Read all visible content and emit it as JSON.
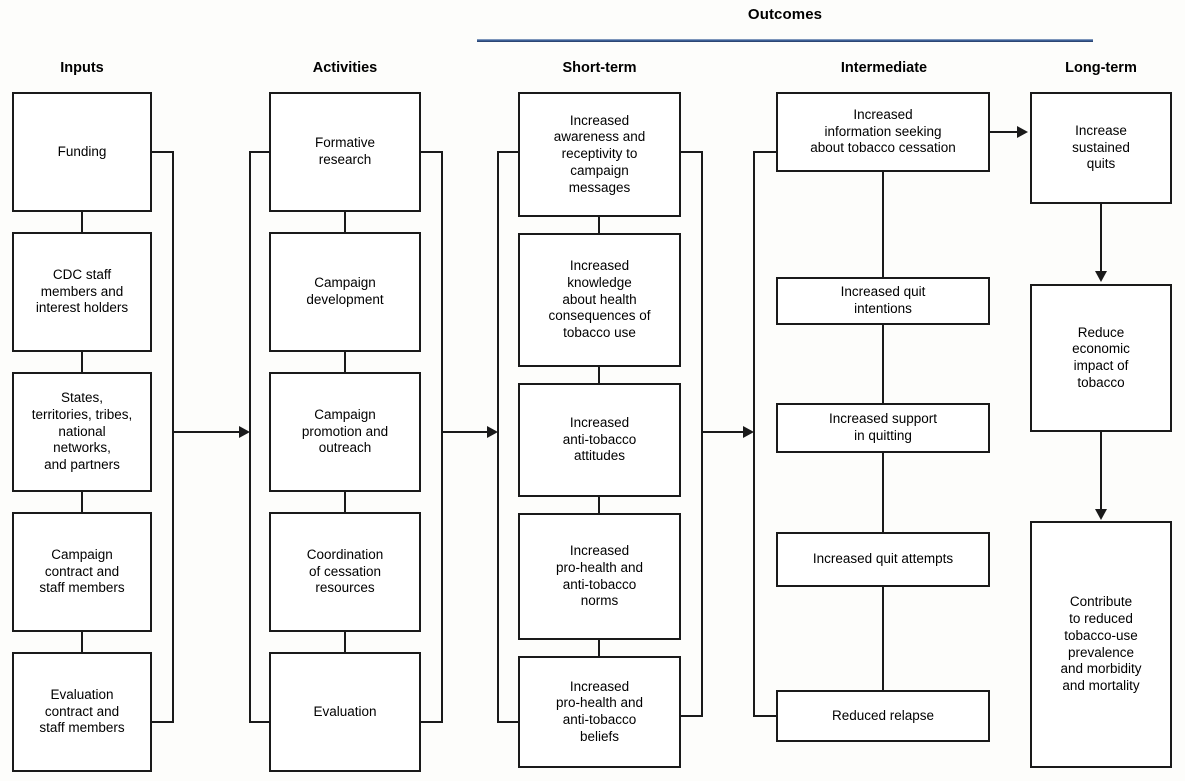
{
  "diagram": {
    "type": "logic-model-flowchart",
    "group_header": {
      "label": "Outcomes",
      "rule_color": "#3c5f96",
      "spans_columns": [
        "Short-term",
        "Intermediate",
        "Long-term"
      ]
    },
    "columns": [
      {
        "id": "inputs",
        "title": "Inputs",
        "nodes": [
          {
            "id": "inputs-1",
            "label": "Funding"
          },
          {
            "id": "inputs-2",
            "label": "CDC staff\nmembers and\ninterest holders"
          },
          {
            "id": "inputs-3",
            "label": "States,\nterritories, tribes,\nnational\nnetworks,\nand partners"
          },
          {
            "id": "inputs-4",
            "label": "Campaign\ncontract and\nstaff members"
          },
          {
            "id": "inputs-5",
            "label": "Evaluation\ncontract and\nstaff members"
          }
        ]
      },
      {
        "id": "activities",
        "title": "Activities",
        "nodes": [
          {
            "id": "activities-1",
            "label": "Formative\nresearch"
          },
          {
            "id": "activities-2",
            "label": "Campaign\ndevelopment"
          },
          {
            "id": "activities-3",
            "label": "Campaign\npromotion and\noutreach"
          },
          {
            "id": "activities-4",
            "label": "Coordination\nof cessation\nresources"
          },
          {
            "id": "activities-5",
            "label": "Evaluation"
          }
        ]
      },
      {
        "id": "short-term",
        "title": "Short-term",
        "nodes": [
          {
            "id": "short-1",
            "label": "Increased\nawareness and\nreceptivity to\ncampaign\nmessages"
          },
          {
            "id": "short-2",
            "label": "Increased\nknowledge\nabout health\nconsequences of\ntobacco use"
          },
          {
            "id": "short-3",
            "label": "Increased\nanti-tobacco\nattitudes"
          },
          {
            "id": "short-4",
            "label": "Increased\npro-health and\nanti-tobacco\nnorms"
          },
          {
            "id": "short-5",
            "label": "Increased\npro-health and\nanti-tobacco\nbeliefs"
          }
        ]
      },
      {
        "id": "intermediate",
        "title": "Intermediate",
        "nodes": [
          {
            "id": "intermediate-1",
            "label": "Increased\ninformation seeking\nabout tobacco cessation"
          },
          {
            "id": "intermediate-2",
            "label": "Increased quit\nintentions"
          },
          {
            "id": "intermediate-3",
            "label": "Increased support\nin quitting"
          },
          {
            "id": "intermediate-4",
            "label": "Increased quit attempts"
          },
          {
            "id": "intermediate-5",
            "label": "Reduced relapse"
          }
        ]
      },
      {
        "id": "long-term",
        "title": "Long-term",
        "nodes": [
          {
            "id": "long-1",
            "label": "Increase\nsustained\nquits"
          },
          {
            "id": "long-2",
            "label": "Reduce\neconomic\nimpact of\ntobacco"
          },
          {
            "id": "long-3",
            "label": "Contribute\nto reduced\ntobacco-use\nprevalence\nand morbidity\nand mortality"
          }
        ]
      }
    ],
    "flow_arrows": [
      {
        "id": "inputs-to-activities",
        "from": "inputs",
        "to": "activities"
      },
      {
        "id": "activities-to-short-term",
        "from": "activities",
        "to": "short-term"
      },
      {
        "id": "short-term-to-intermediate",
        "from": "short-term",
        "to": "intermediate"
      },
      {
        "id": "intermediate-to-long-term",
        "from": "intermediate",
        "to": "long-term"
      },
      {
        "id": "long-1-to-long-2",
        "from": "long-1",
        "to": "long-2"
      },
      {
        "id": "long-2-to-long-3",
        "from": "long-2",
        "to": "long-3"
      }
    ]
  }
}
